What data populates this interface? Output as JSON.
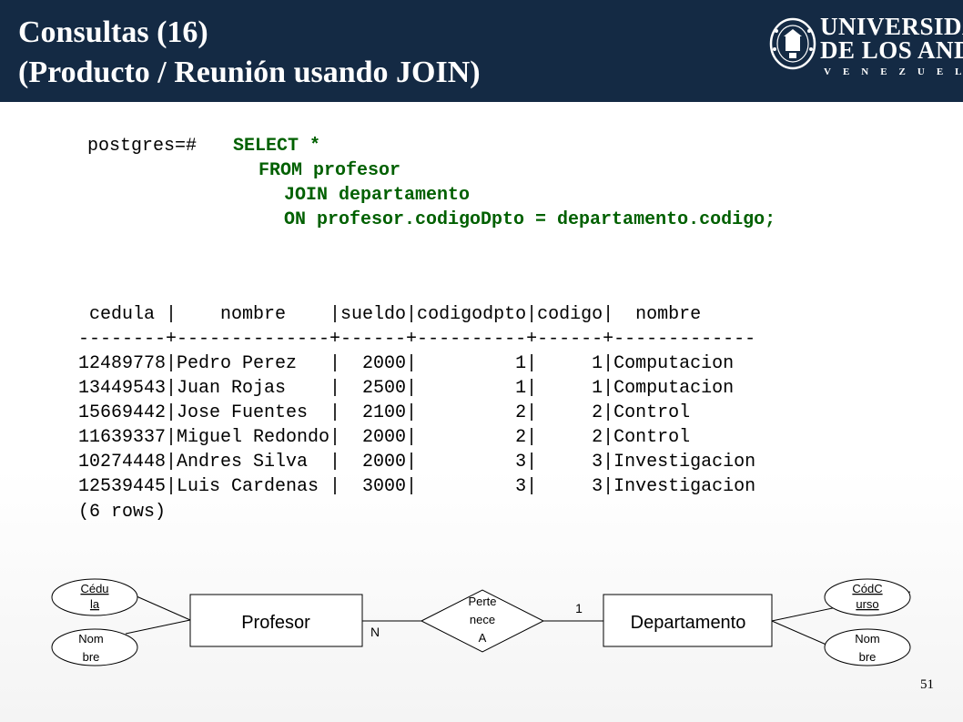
{
  "slide": {
    "title_line1": "Consultas (16)",
    "title_line2": "(Producto / Reunión usando JOIN)",
    "page_number": "51"
  },
  "logo": {
    "line1": "UNIVERSIDAD",
    "line2": "DE LOS ANDES",
    "line3": "VENEZUELA"
  },
  "query": {
    "prompt": "postgres=#",
    "line1": "SELECT *",
    "line2": "FROM profesor",
    "line3": "JOIN departamento",
    "line4": "ON profesor.codigoDpto = departamento.codigo;"
  },
  "result": {
    "header": " cedula |    nombre    |sueldo|codigodpto|codigo|  nombre",
    "separator": "--------+--------------+------+----------+------+-------------",
    "rows": [
      "12489778|Pedro Perez   |  2000|         1|     1|Computacion",
      "13449543|Juan Rojas    |  2500|         1|     1|Computacion",
      "15669442|Jose Fuentes  |  2100|         2|     2|Control",
      "11639337|Miguel Redondo|  2000|         2|     2|Control",
      "10274448|Andres Silva  |  2000|         3|     3|Investigacion",
      "12539445|Luis Cardenas |  3000|         3|     3|Investigacion"
    ],
    "row_count": "(6 rows)"
  },
  "er_diagram": {
    "entity_left": "Profesor",
    "entity_right": "Departamento",
    "relationship_lines": [
      "Perte",
      "nece",
      "A"
    ],
    "card_left": "N",
    "card_right": "1",
    "attr_left_top": [
      "Cédu",
      "la"
    ],
    "attr_left_bottom": [
      "Nom",
      "bre"
    ],
    "attr_right_top": [
      "CódC",
      "urso"
    ],
    "attr_right_bottom": [
      "Nom",
      "bre"
    ]
  },
  "colors": {
    "header_bg": "#142a44",
    "sql_keyword": "#006000",
    "attribute_fill": "#ffffff"
  }
}
